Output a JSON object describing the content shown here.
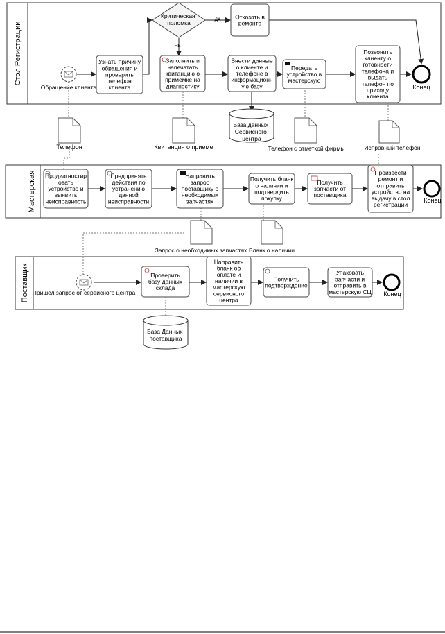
{
  "lanes": {
    "registration": "Стол Регистрации",
    "workshop": "Мастерская",
    "supplier": "Поставщик"
  },
  "events": {
    "start_client": "Обращение клиента",
    "end_registration": "Конец",
    "end_workshop": "Конец",
    "start_supplier": "Пришел запрос от сервисного центра",
    "end_supplier": "Конец"
  },
  "gateway": {
    "label": [
      "Критическая",
      "поломка"
    ],
    "yes": "ДА",
    "no": "НЕТ"
  },
  "tasks": {
    "find_cause": [
      "Узнать причину",
      "обращения и",
      "проверить",
      "телефон",
      "клиента"
    ],
    "refuse_repair": [
      "Отказать в",
      "ремонте"
    ],
    "fill_receipt": [
      "Заполнить и",
      "напечатать",
      "квитанцию о",
      "примемке на",
      "диагностику"
    ],
    "enter_data": [
      "Внести данные",
      "о клиенте и",
      "телефоне в",
      "информационн",
      "ую базу"
    ],
    "transfer_device": [
      "Передать",
      "устройство в",
      "мастерскую"
    ],
    "call_client": [
      "Позвонить",
      "клиенту о",
      "готовности",
      "телефона и",
      "выдать",
      "телефон по",
      "приходу",
      "клиента"
    ],
    "diagnose": [
      "Продиагностир",
      "овать",
      "устройство и",
      "выявить",
      "неисправность"
    ],
    "plan_actions": [
      "Предпринять",
      "действия по",
      "устранению",
      "данной",
      "неисправности"
    ],
    "send_request": [
      "Направить",
      "запрос",
      "поставщику о",
      "необходимых",
      "запчастях"
    ],
    "get_form": [
      "Получить бланк",
      "о наличии и",
      "подтвердить",
      "покупку"
    ],
    "get_parts": [
      "Получить",
      "запчасти от",
      "поставщика"
    ],
    "repair_send": [
      "Произвести",
      "ремонт и",
      "отправить",
      "устройство на",
      "выдачу в стол",
      "регистрации"
    ],
    "check_db": [
      "Проверить",
      "базу данных",
      "склада"
    ],
    "send_form": [
      "Направить",
      "бланк об",
      "оплате и",
      "наличии в",
      "мастерскую",
      "сервисного",
      "центра"
    ],
    "get_confirmation": [
      "Получить",
      "подтверждение"
    ],
    "pack_parts": [
      "Упаковать",
      "запчасти и",
      "отправить в",
      "мастерскую СЦ"
    ]
  },
  "documents": {
    "phone": "Телефон",
    "receipt": "Квитанция о приеме",
    "phone_note": "Телефон с отметкой фирмы",
    "fixed_phone": "Исправный телефон",
    "parts_request": "Запрос о необходимых запчастях",
    "availability_form": "Бланк о наличии"
  },
  "databases": {
    "service_db": [
      "База данных",
      "Сервисного",
      "центра"
    ],
    "supplier_db": [
      "База Данных",
      "поставщика"
    ]
  }
}
